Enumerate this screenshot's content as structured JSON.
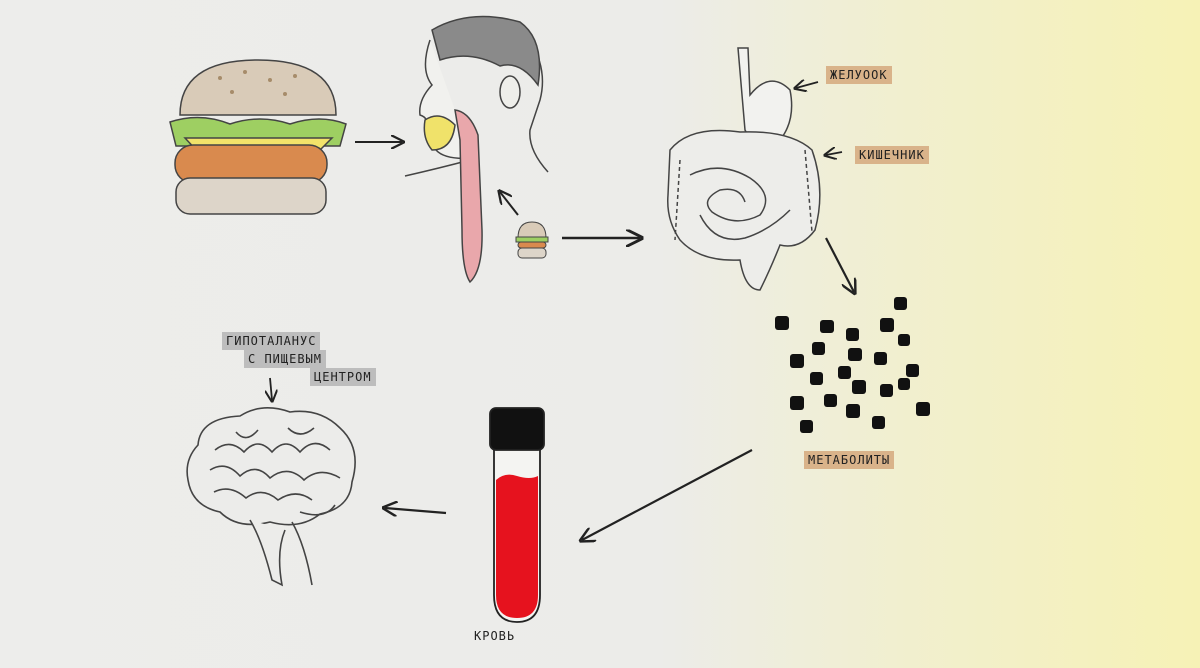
{
  "labels": {
    "stomach": "ЖЕЛУООК",
    "intestine": "КИШЕЧНИК",
    "metabolites": "МЕТАБОЛИТЫ",
    "hypothalamus_line1": "ГИПОТАЛАНУС",
    "hypothalamus_line2": "С ПИЩЕВЫМ",
    "hypothalamus_line3": "ЦЕНТРОМ",
    "blood": "КРОВЬ"
  },
  "colors": {
    "bun": "#d9cbb8",
    "lettuce": "#9ecf62",
    "cheese": "#f2e36a",
    "patty": "#d98a4e",
    "blood": "#e6121e",
    "cap": "#111111",
    "tape_brown": "#d9b38a",
    "tape_grey": "#bdbdbd"
  }
}
